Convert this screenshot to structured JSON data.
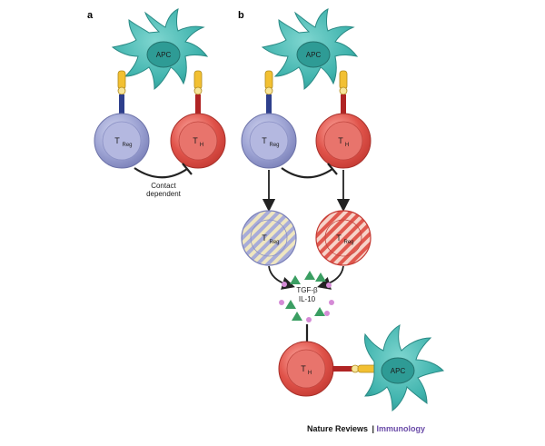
{
  "panels": {
    "a": "a",
    "b": "b"
  },
  "apc_label": "APC",
  "treg": {
    "main": "T",
    "sub": "Reg"
  },
  "th": {
    "main": "T",
    "sub": "H"
  },
  "contact": {
    "line1": "Contact",
    "line2": "dependent"
  },
  "cytokines": {
    "tgf": "TGF-β",
    "il10": "IL-10"
  },
  "footer": {
    "journal": "Nature Reviews",
    "separator": " | ",
    "section": "Immunology"
  },
  "colors": {
    "apc": "#3fb3ad",
    "treg": "#9ea4d4",
    "th": "#e0534a",
    "tcr_treg": "#2e3f8c",
    "tcr_th": "#b02424",
    "mhc": "#f2c032",
    "cytokine_triangle": "#3a9e62",
    "cytokine_dot": "#d58bd6"
  }
}
